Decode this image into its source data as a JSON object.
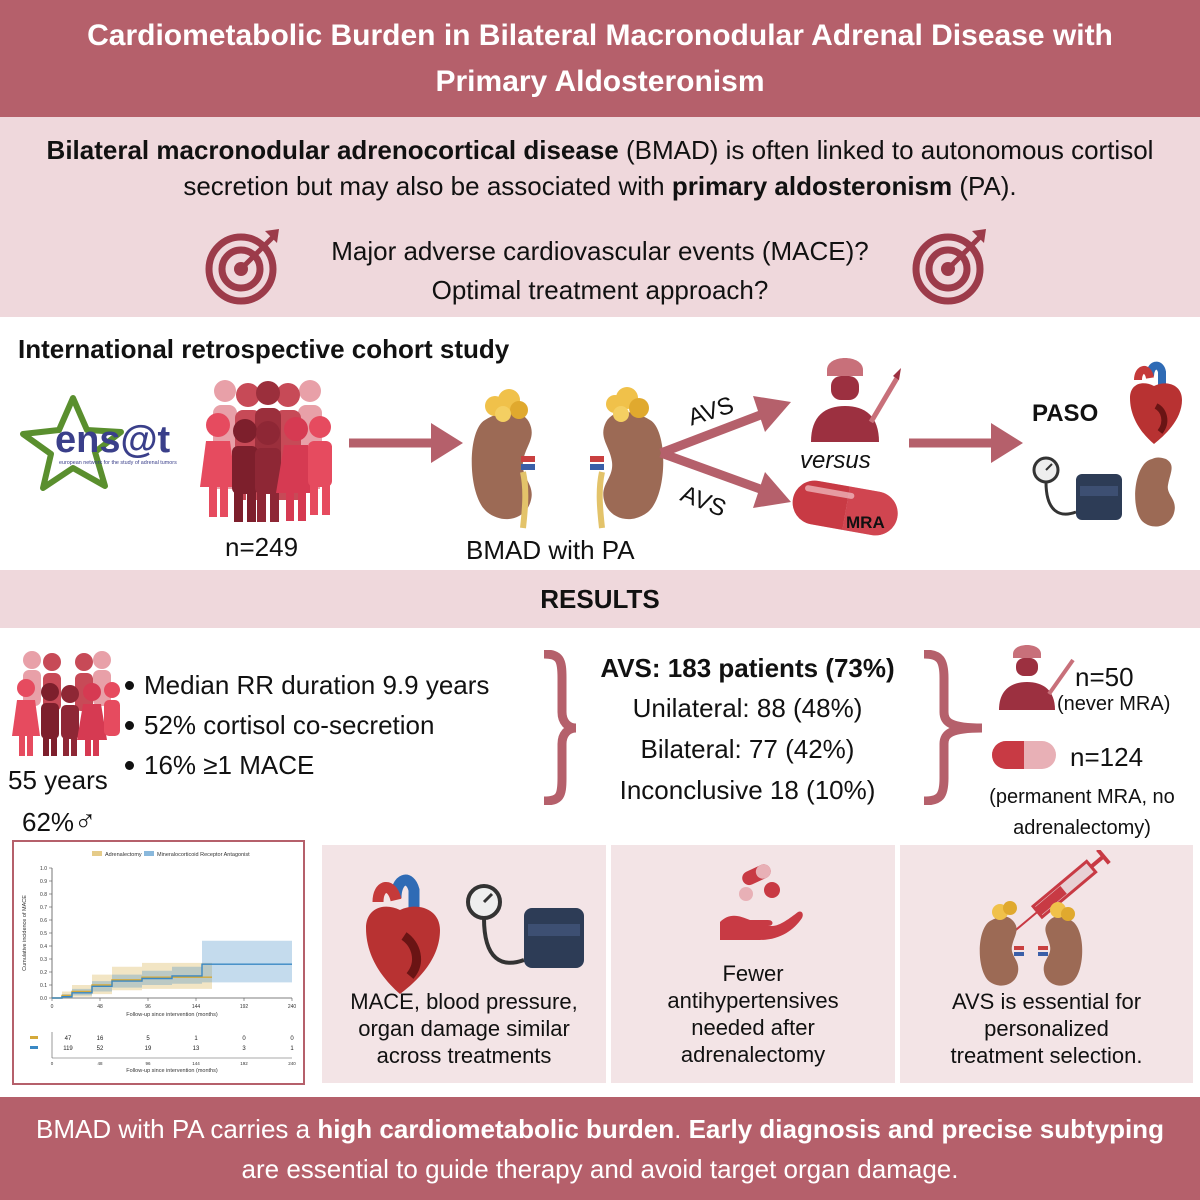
{
  "title": {
    "line1": "Cardiometabolic Burden in Bilateral Macronodular Adrenal Disease with",
    "line2": "Primary Aldosteronism"
  },
  "intro": {
    "bold1": "Bilateral macronodular adrenocortical disease",
    "text1": " (BMAD) is often linked to autonomous cortisol secretion but may also be associated with ",
    "bold2": "primary aldosteronism",
    "text2": " (PA)."
  },
  "questions": {
    "q1": "Major adverse cardiovascular events (MACE)?",
    "q2": "Optimal treatment approach?"
  },
  "study": {
    "title": "International retrospective cohort study",
    "logo_text": "ens@t",
    "logo_subtitle": "european network for the study of adrenal tumors",
    "n_label": "n=249",
    "bmad_label": "BMAD with PA",
    "avs_upper": "AVS",
    "avs_lower": "AVS",
    "versus": "versus",
    "mra_label": "MRA",
    "paso": "PASO"
  },
  "results_heading": "RESULTS",
  "demographics": {
    "age": "55 years",
    "male_pct": "62%",
    "male_symbol": "♂"
  },
  "findings": [
    "Median RR duration 9.9 years",
    "52% cortisol co-secretion",
    "16% ≥1 MACE"
  ],
  "avs_results": {
    "head": "AVS: 183 patients (73%)",
    "unilateral": "Unilateral: 88 (48%)",
    "bilateral": "Bilateral: 77 (42%)",
    "inconclusive": "Inconclusive 18 (10%)"
  },
  "treatment_groups": {
    "surgery_n": "n=50",
    "surgery_note": "(never MRA)",
    "mra_n": "n=124",
    "mra_note_1": "(permanent MRA, no",
    "mra_note_2": "adrenalectomy)"
  },
  "panels": {
    "p1": [
      "MACE, blood pressure,",
      "organ damage similar",
      "across treatments"
    ],
    "p2": [
      "Fewer",
      "antihypertensives",
      "needed after",
      "adrenalectomy"
    ],
    "p3": [
      "AVS is essential for",
      "personalized",
      "treatment selection."
    ]
  },
  "bottom": {
    "t1": "BMAD with PA carries a ",
    "b1": "high cardiometabolic burden",
    "t2": ". ",
    "b2": "Early diagnosis and precise subtyping",
    "t3": " are essential to guide therapy and avoid target organ damage."
  },
  "colors": {
    "brand_dark": "#b5606b",
    "brand_light": "#efd8dc",
    "arrow": "#b5606b",
    "adrenalectomy_series": "#d4a93a",
    "mra_series": "#3a88c4"
  },
  "chart_data": {
    "type": "line",
    "title": "",
    "xlabel": "Follow-up since intervention (months)",
    "ylabel": "Cumulative incidence of MACE",
    "xlim": [
      0,
      240
    ],
    "ylim": [
      0,
      1.0
    ],
    "x_ticks": [
      "0",
      "48",
      "96",
      "144",
      "192",
      "240"
    ],
    "y_ticks": [
      "0.0",
      "0.1",
      "0.2",
      "0.3",
      "0.4",
      "0.5",
      "0.6",
      "0.7",
      "0.8",
      "0.9",
      "1.0"
    ],
    "legend": [
      "Adrenalectomy",
      "Mineralocorticoid Receptor Antagonist"
    ],
    "legend_position": "top",
    "series": [
      {
        "name": "Adrenalectomy",
        "color": "#d4a93a",
        "x": [
          0,
          10,
          20,
          40,
          60,
          90,
          120,
          160
        ],
        "y": [
          0.0,
          0.02,
          0.05,
          0.1,
          0.14,
          0.16,
          0.16,
          0.16
        ],
        "ci_low": [
          0.0,
          0.0,
          0.01,
          0.03,
          0.06,
          0.07,
          0.07,
          0.07
        ],
        "ci_high": [
          0.0,
          0.05,
          0.1,
          0.18,
          0.24,
          0.27,
          0.27,
          0.27
        ]
      },
      {
        "name": "Mineralocorticoid Receptor Antagonist",
        "color": "#3a88c4",
        "x": [
          0,
          10,
          20,
          40,
          60,
          90,
          120,
          150,
          190,
          240
        ],
        "y": [
          0.0,
          0.01,
          0.04,
          0.09,
          0.13,
          0.15,
          0.17,
          0.26,
          0.26,
          0.26
        ],
        "ci_low": [
          0.0,
          0.0,
          0.02,
          0.05,
          0.08,
          0.1,
          0.11,
          0.12,
          0.12,
          0.12
        ],
        "ci_high": [
          0.0,
          0.03,
          0.07,
          0.13,
          0.18,
          0.21,
          0.24,
          0.44,
          0.44,
          0.44
        ]
      }
    ],
    "risk_table": {
      "xlabel": "Follow-up since intervention (months)",
      "x_ticks": [
        "0",
        "48",
        "96",
        "144",
        "192",
        "240"
      ],
      "rows": [
        {
          "name": "Adrenalectomy",
          "values": [
            "47",
            "16",
            "5",
            "1",
            "0",
            "0"
          ]
        },
        {
          "name": "Mineralocorticoid Receptor Antagonist",
          "values": [
            "119",
            "52",
            "19",
            "13",
            "3",
            "1"
          ]
        }
      ]
    }
  }
}
